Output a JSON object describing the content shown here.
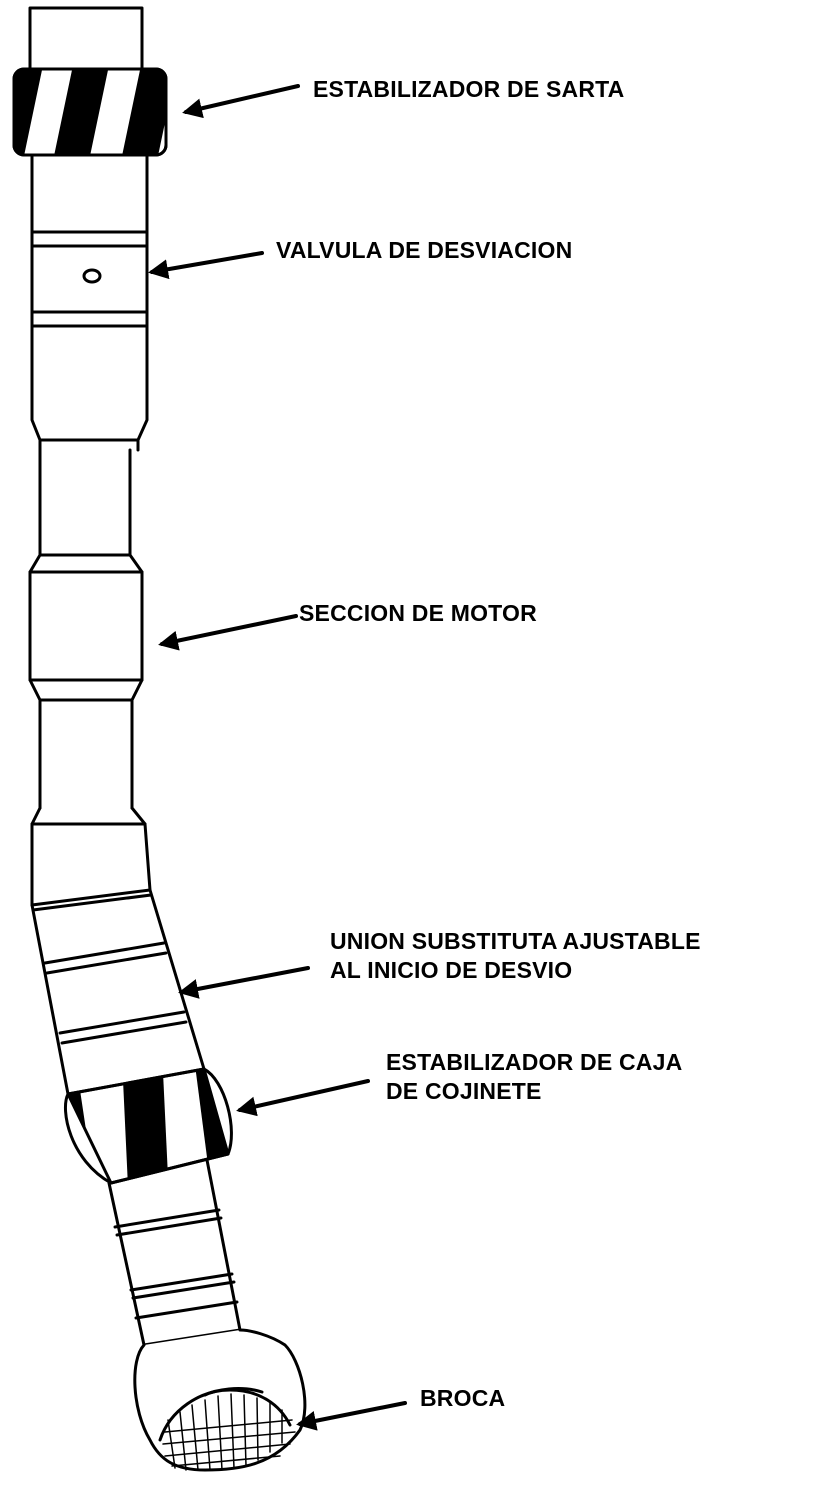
{
  "labels": {
    "string_stabilizer": "ESTABILIZADOR DE SARTA",
    "bypass_valve": "VALVULA DE DESVIACION",
    "motor_section": "SECCION DE MOTOR",
    "adjustable_sub_line1": "UNION SUBSTITUTA AJUSTABLE",
    "adjustable_sub_line2": "AL INICIO DE DESVIO",
    "bearing_stabilizer_line1": "ESTABILIZADOR DE CAJA",
    "bearing_stabilizer_line2": "DE COJINETE",
    "bit": "BROCA"
  },
  "colors": {
    "ink": "#000000",
    "paper": "#ffffff"
  }
}
